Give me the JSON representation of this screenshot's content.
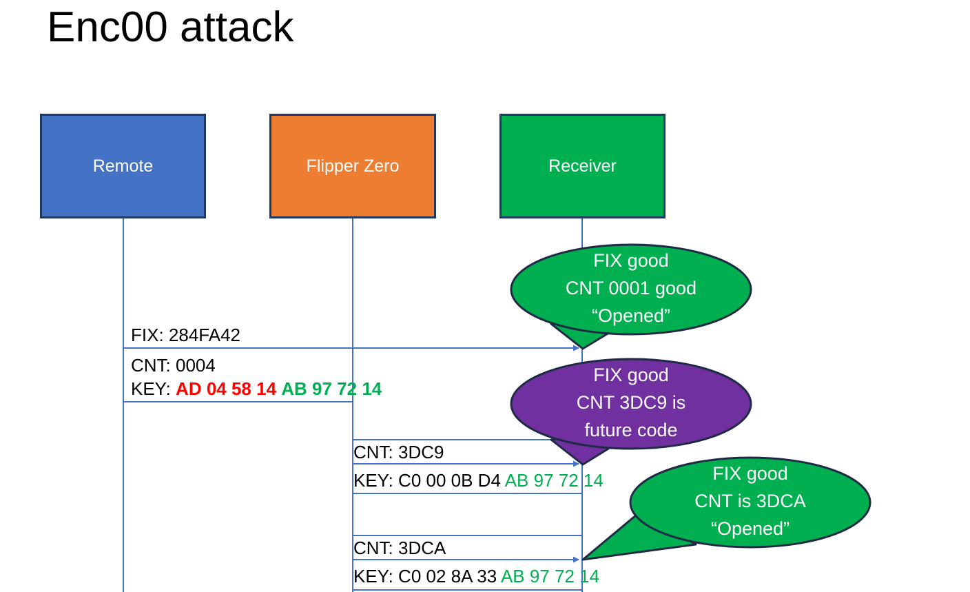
{
  "slide": {
    "title": "Enc00 attack",
    "background": "#FFFFFF"
  },
  "colors": {
    "remote_fill": "#4472C4",
    "flipper_fill": "#ED7D31",
    "receiver_fill": "#00B050",
    "box_stroke": "#1F3864",
    "bubble_green": "#00B050",
    "bubble_purple": "#7030A0",
    "bubble_stroke": "#1F2A44",
    "lifeline": "#4472C4",
    "hex_red": "#FF0000",
    "hex_green": "#00B050",
    "text_black": "#000000",
    "text_white": "#FFFFFF"
  },
  "actors": [
    {
      "id": "remote",
      "label": "Remote",
      "fill": "#4472C4"
    },
    {
      "id": "flipper",
      "label": "Flipper Zero",
      "fill": "#ED7D31"
    },
    {
      "id": "receiver",
      "label": "Receiver",
      "fill": "#00B050"
    }
  ],
  "messages": [
    {
      "id": "msg1",
      "from": "remote",
      "to": "receiver",
      "fix_line": "FIX: 284FA42",
      "cnt_line": "CNT: 0004",
      "key_prefix": "KEY: ",
      "key_part1": "AD 04 58 14",
      "key_part1_color": "red",
      "key_part2": "AB 97 72 14",
      "key_part2_color": "green"
    },
    {
      "id": "msg2",
      "from": "flipper",
      "to": "receiver",
      "cnt_line": "CNT: 3DC9",
      "key_prefix": "KEY: C0 00 0B D4 ",
      "key_part2": "AB 97 72 14",
      "key_part2_color": "green"
    },
    {
      "id": "msg3",
      "from": "flipper",
      "to": "receiver",
      "cnt_line": "CNT: 3DCA",
      "key_prefix": "KEY: C0 02 8A 33 ",
      "key_part2": "AB 97 72 14",
      "key_part2_color": "green"
    }
  ],
  "callouts": [
    {
      "id": "bubble1",
      "fill": "#00B050",
      "line1": "FIX good",
      "line2": "CNT 0001 good",
      "line3": "“Opened”"
    },
    {
      "id": "bubble2",
      "fill": "#7030A0",
      "line1": "FIX good",
      "line2": "CNT 3DC9 is",
      "line3": "future code"
    },
    {
      "id": "bubble3",
      "fill": "#00B050",
      "line1": "FIX good",
      "line2": "CNT is 3DCA",
      "line3": "“Opened”"
    }
  ]
}
